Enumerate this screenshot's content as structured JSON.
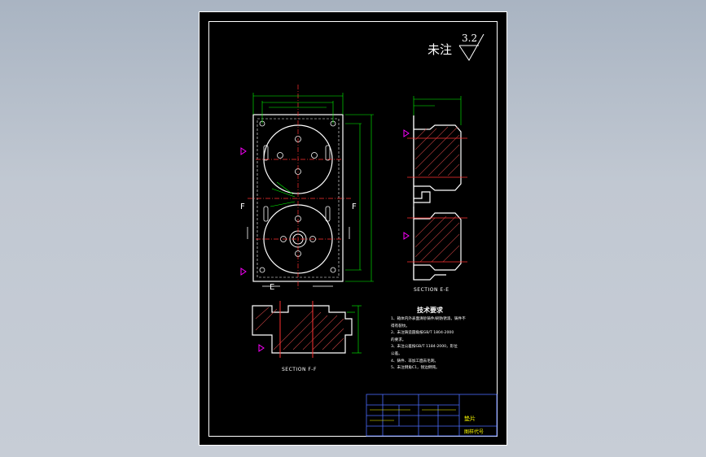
{
  "roughness_note": {
    "text": "未注",
    "value": "3.2"
  },
  "views": {
    "section_ee_caption": "SECTION E-E",
    "section_ff_caption": "SECTION F-F",
    "cut_label_e": "E",
    "cut_label_f": "F"
  },
  "tech_requirements": {
    "title": "技术要求",
    "lines": [
      "1、箱体内外表面清砂铸件/刷防锈漆。铸件不",
      "   得有裂纹。",
      "2、未注铸造圆角按GB/T 1804-2000",
      "   的要求。",
      "3、未注公差按GB/T 1184-2000，形位",
      "   公差。",
      "4、铸件、非加工面去毛刺。",
      "5、未注倒角C1，锐边倒钝。"
    ]
  },
  "title_block": {
    "part_name": "垫片",
    "drawing_no": "图样代号"
  },
  "colors": {
    "background": "#000000",
    "outline": "#ffffff",
    "dimension": "#00ff00",
    "centerline": "#ff0000",
    "hatch": "#c04040",
    "title_block": "#4a6cff",
    "annotation": "#ffff00",
    "symbol": "#ff00ff"
  }
}
